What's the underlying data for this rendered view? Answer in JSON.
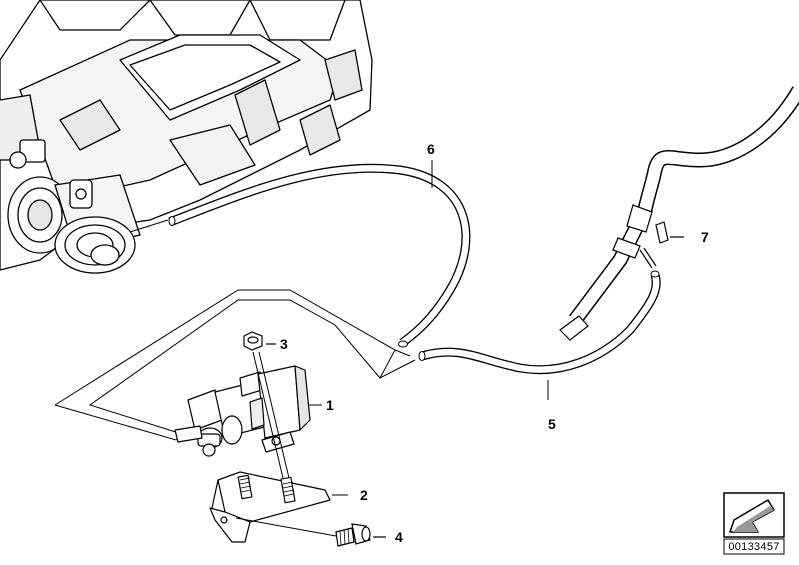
{
  "callouts": {
    "c1": "1",
    "c2": "2",
    "c3": "3",
    "c4": "4",
    "c5": "5",
    "c6": "6",
    "c7": "7"
  },
  "reference_number": "00133457",
  "icons": {
    "nav_arrow": "arrow-down-left-icon"
  },
  "colors": {
    "line": "#000000",
    "hose_fill": "#ffffff",
    "shade": "#d9d9d9",
    "background": "#ffffff"
  }
}
